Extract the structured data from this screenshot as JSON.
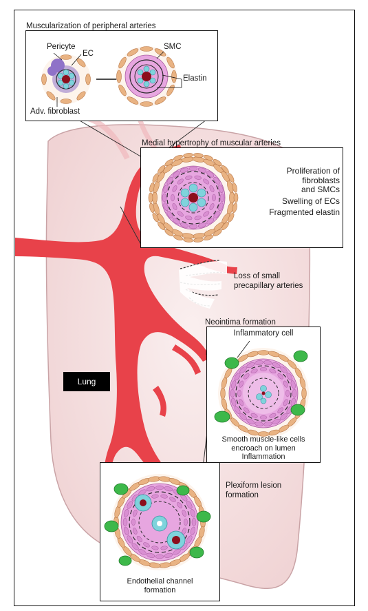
{
  "panels": {
    "muscularization": {
      "title": "Muscularization of peripheral arteries",
      "labels": {
        "pericyte": "Pericyte",
        "ec": "EC",
        "smc": "SMC",
        "elastin": "Elastin",
        "fibroblast": "Adv. fibroblast"
      }
    },
    "medial": {
      "title": "Medial hypertrophy of muscular arteries",
      "notes": [
        "Proliferation of",
        "fibroblasts",
        "and SMCs",
        "Swelling of ECs",
        "Fragmented elastin"
      ]
    },
    "loss": {
      "lines": [
        "Loss of small",
        "precapillary arteries"
      ]
    },
    "neointima": {
      "title": "Neointima formation",
      "cell_label": "Inflammatory cell",
      "notes": [
        "Smooth muscle-like cells",
        "encroach on lumen",
        "Inflammation"
      ]
    },
    "plexiform": {
      "title_lines": [
        "Plexiform lesion",
        "formation"
      ],
      "notes": [
        "Endothelial channel",
        "formation"
      ]
    }
  },
  "lung_label": "Lung",
  "colors": {
    "artery": "#e8424a",
    "lung": "#f6e4e4",
    "media": "#e7a6e0",
    "fibroblast": "#e9b383",
    "endothelial": "#7fd3dc",
    "lumen": "#8c0f1c",
    "pericyte": "#8f72c8",
    "inflammatory": "#3db84a"
  }
}
